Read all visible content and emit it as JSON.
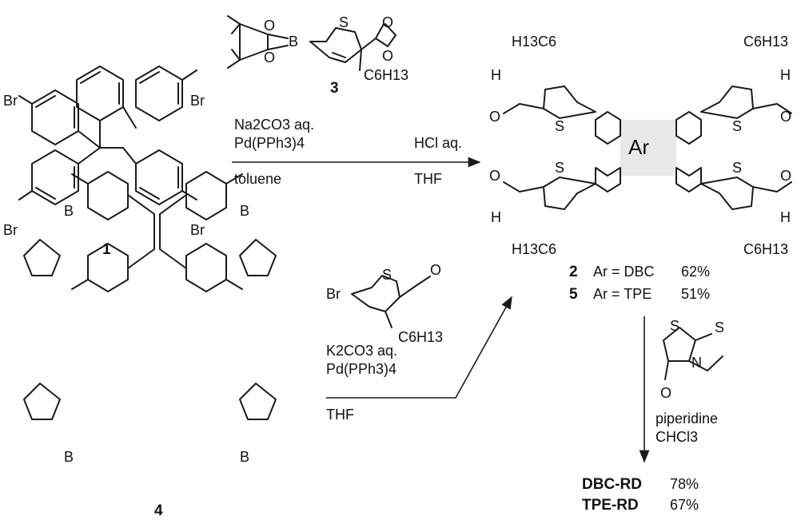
{
  "compounds": {
    "c1": {
      "label": "1",
      "sub": "Br"
    },
    "c3": {
      "label": "3",
      "hexyl": "C6H13"
    },
    "c4": {
      "label": "4"
    },
    "product": {
      "core": "Ar",
      "hexyl": "C6H13",
      "hexyl_flip": "H13C6",
      "H": "H",
      "O": "O",
      "S": "S",
      "rows": [
        {
          "num": "2",
          "text": "Ar = DBC",
          "yield": "62%"
        },
        {
          "num": "5",
          "text": "Ar = TPE",
          "yield": "51%"
        }
      ]
    },
    "bromothiophene": {
      "Br": "Br",
      "hexyl": "C6H13"
    },
    "rhodanine": {
      "N": "N",
      "S": "S",
      "O": "O"
    },
    "finals": [
      {
        "name": "DBC-RD",
        "yield": "78%"
      },
      {
        "name": "TPE-RD",
        "yield": "67%"
      }
    ]
  },
  "reagents": {
    "step1_above": [
      "Na2CO3 aq.",
      "Pd(PPh3)4"
    ],
    "step1_below": "toluene",
    "step1b_above": "HCl aq.",
    "step1b_below": "THF",
    "step2_above": [
      "K2CO3 aq.",
      "Pd(PPh3)4"
    ],
    "step2_below": "THF",
    "step3": [
      "piperidine",
      "CHCl3"
    ]
  },
  "atoms": {
    "B": "B",
    "O": "O",
    "S": "S"
  }
}
